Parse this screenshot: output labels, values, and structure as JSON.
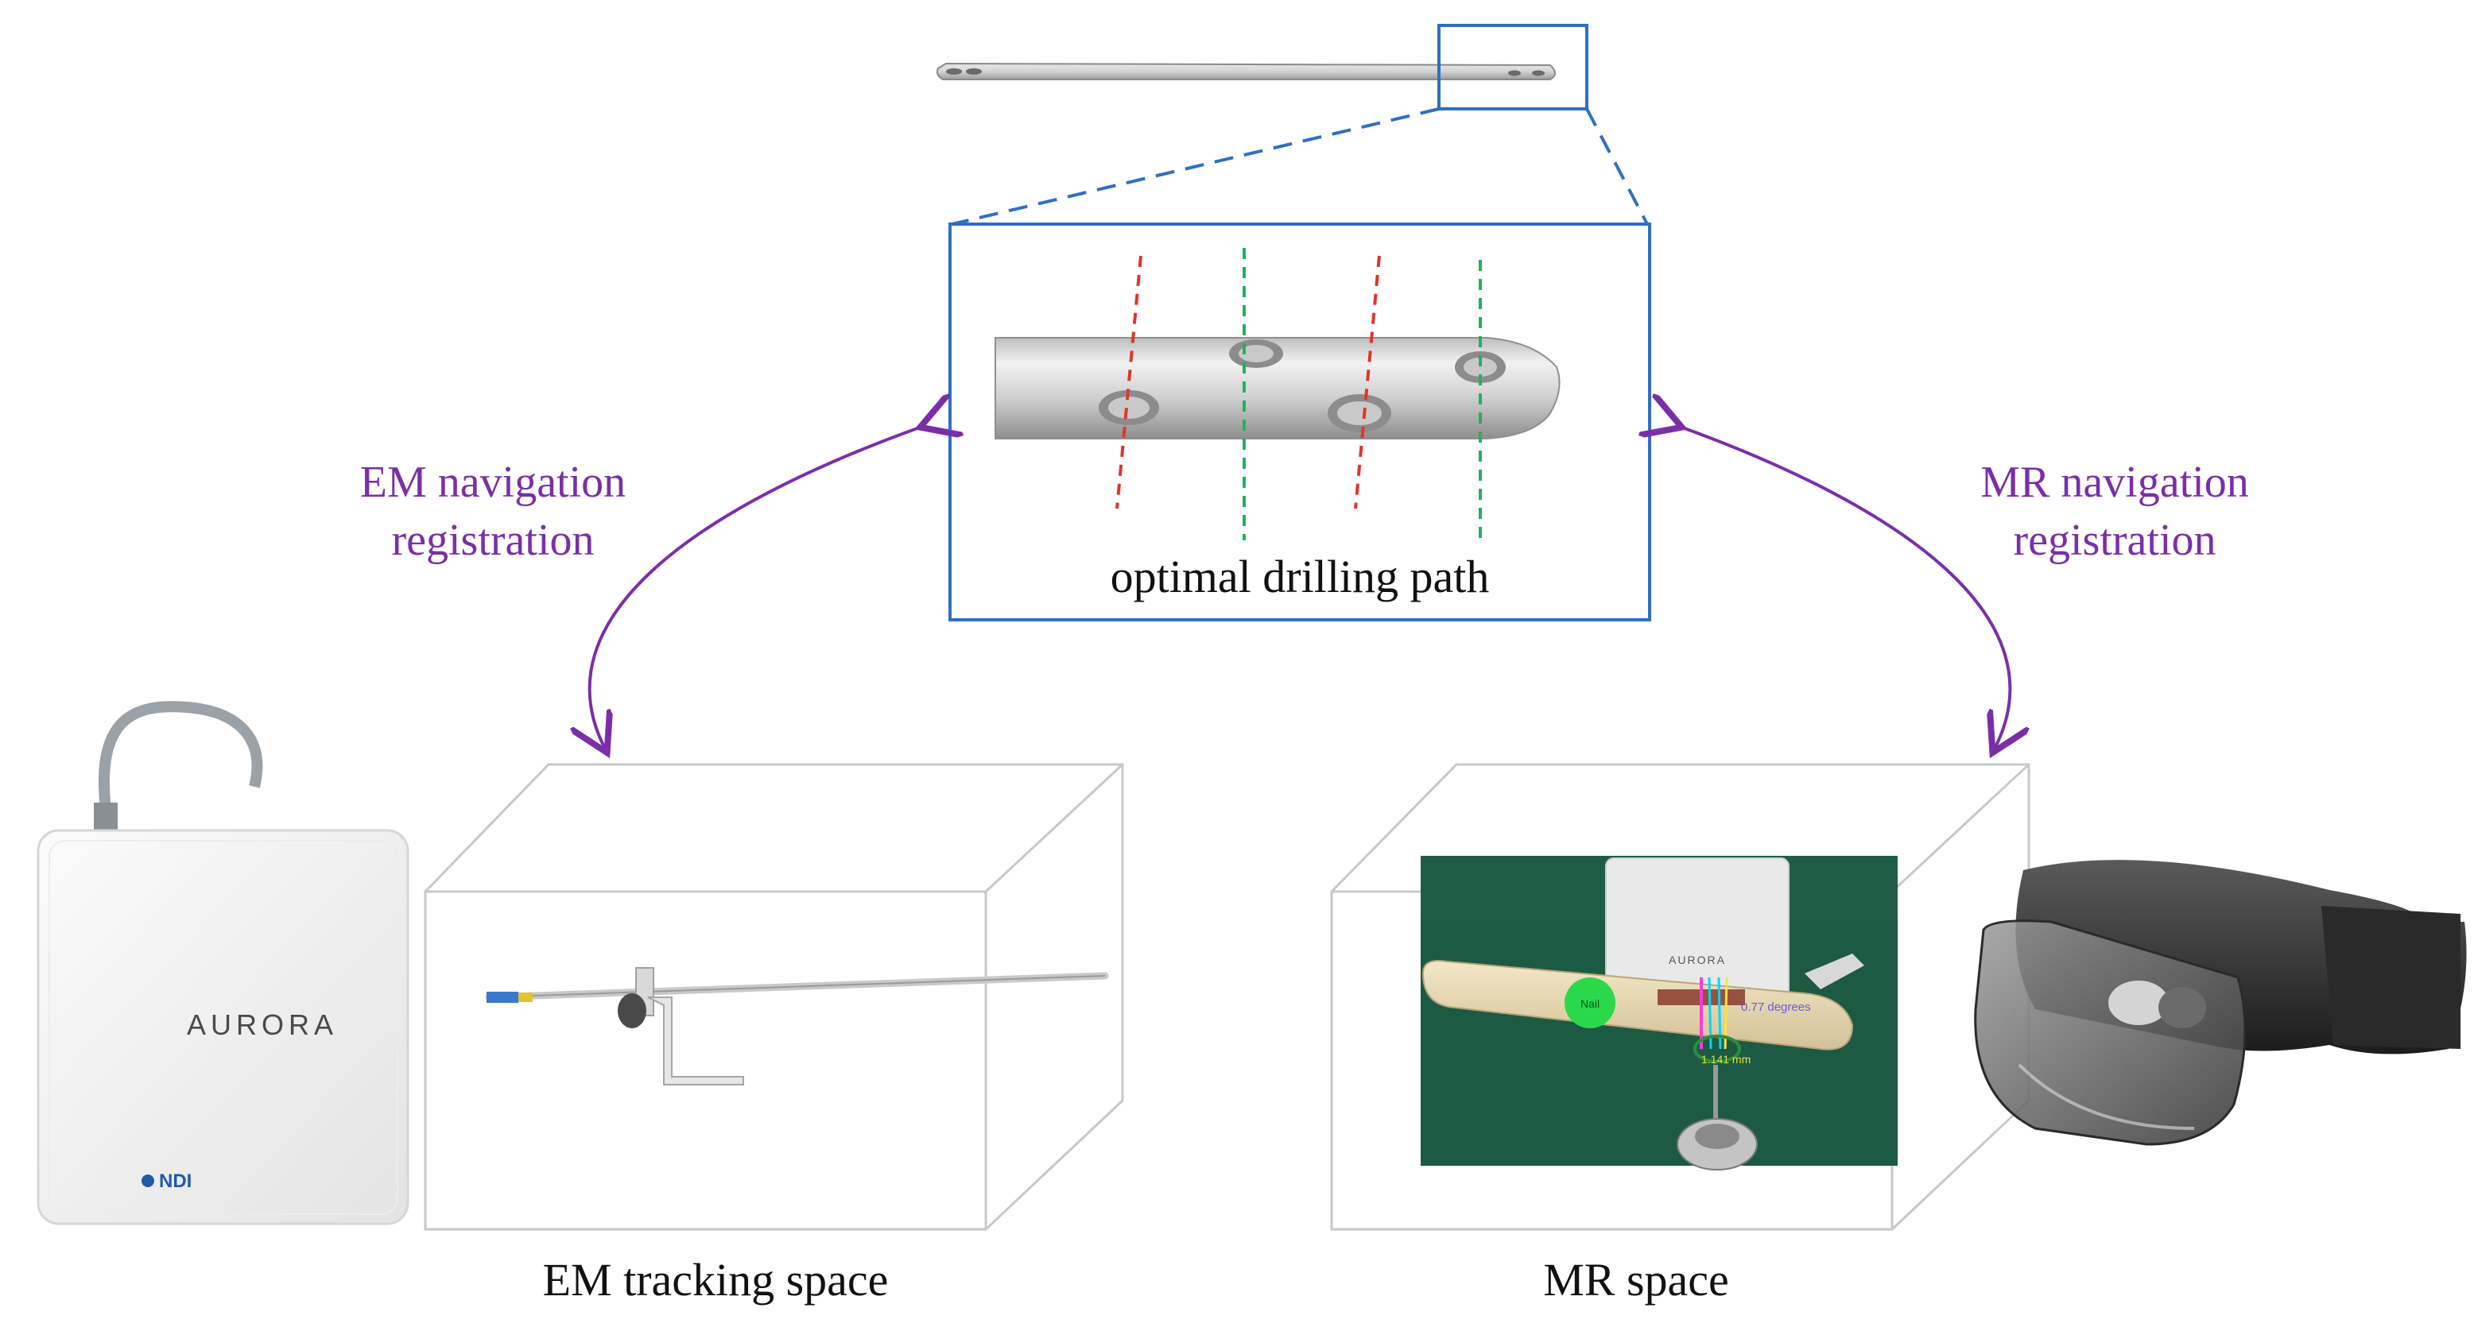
{
  "diagram": {
    "inset_caption": "optimal drilling path",
    "left_arrow_label": [
      "EM navigation",
      "registration"
    ],
    "right_arrow_label": [
      "MR navigation",
      "registration"
    ],
    "left_space_caption": "EM tracking space",
    "right_space_caption": "MR space",
    "em_device_brand": "AURORA",
    "em_device_maker": "NDI",
    "mr_overlay_text": {
      "angle": "0.77 degrees",
      "distance": "1.141 mm",
      "marker": "Nail"
    },
    "colors": {
      "frame_blue": "#2f6fc4",
      "arrow_purple": "#7a2fa8",
      "path_red": "#e0352b",
      "path_green": "#22b25a",
      "surgical_drape": "#1d5a44"
    }
  }
}
